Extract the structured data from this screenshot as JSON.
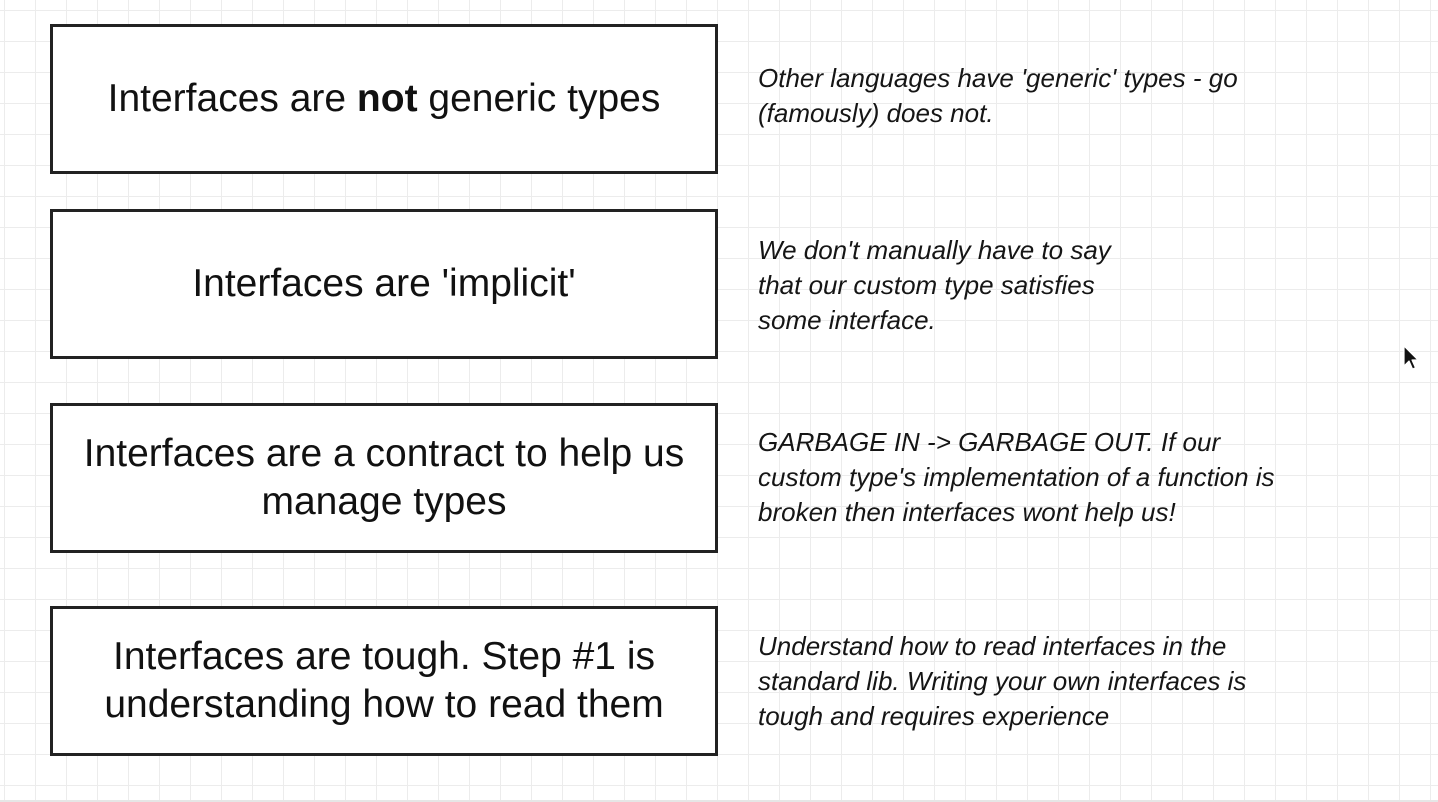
{
  "rows": [
    {
      "box_pre": "Interfaces are ",
      "box_bold": "not",
      "box_post": " generic types",
      "note": "Other languages have 'generic' types - go\n(famously) does not."
    },
    {
      "box_text": "Interfaces are 'implicit'",
      "note": "We don't manually have to say\nthat our custom type satisfies\nsome interface."
    },
    {
      "box_text": "Interfaces are a contract to help us\nmanage types",
      "note": "GARBAGE IN -> GARBAGE OUT.  If our\ncustom type's implementation of a function is\nbroken then interfaces wont help us!"
    },
    {
      "box_text": "Interfaces are tough.  Step #1 is\nunderstanding how to read them",
      "note": "Understand how to read interfaces in the\nstandard lib.  Writing your own interfaces is\ntough and requires experience"
    }
  ],
  "colors": {
    "border": "#222222",
    "grid": "#ececec",
    "background": "#ffffff"
  },
  "icons": {
    "cursor": "mouse-pointer-icon"
  }
}
